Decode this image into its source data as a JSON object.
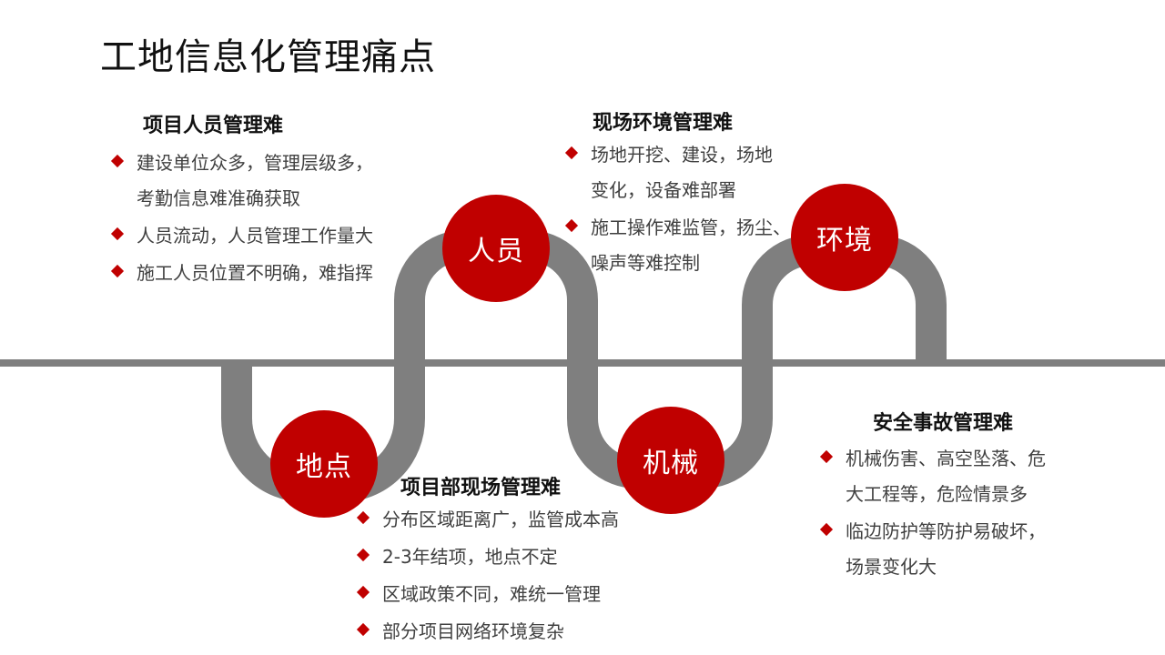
{
  "title": "工地信息化管理痛点",
  "colors": {
    "accent": "#c00000",
    "road": "#7f7f7f",
    "text": "#404040"
  },
  "nodes": {
    "location": "地点",
    "personnel": "人员",
    "machinery": "机械",
    "environment": "环境"
  },
  "blocks": {
    "personnel": {
      "title": "项目人员管理难",
      "items": [
        [
          "建设单位众多，管理层级多，",
          "考勤信息难准确获取"
        ],
        [
          "人员流动，人员管理工作量大"
        ],
        [
          "施工人员位置不明确，难指挥"
        ]
      ]
    },
    "environment": {
      "title": "现场环境管理难",
      "items": [
        [
          "场地开挖、建设，场地",
          "变化，设备难部署"
        ],
        [
          "施工操作难监管，扬尘、",
          "噪声等难控制"
        ]
      ]
    },
    "site": {
      "title": "项目部现场管理难",
      "items": [
        [
          "分布区域距离广，监管成本高"
        ],
        [
          "2-3年结项，地点不定"
        ],
        [
          "区域政策不同，难统一管理"
        ],
        [
          "部分项目网络环境复杂"
        ]
      ]
    },
    "safety": {
      "title": "安全事故管理难",
      "items": [
        [
          "机械伤害、高空坠落、危",
          "大工程等，危险情景多"
        ],
        [
          "临边防护等防护易破坏，",
          "场景变化大"
        ]
      ]
    }
  }
}
